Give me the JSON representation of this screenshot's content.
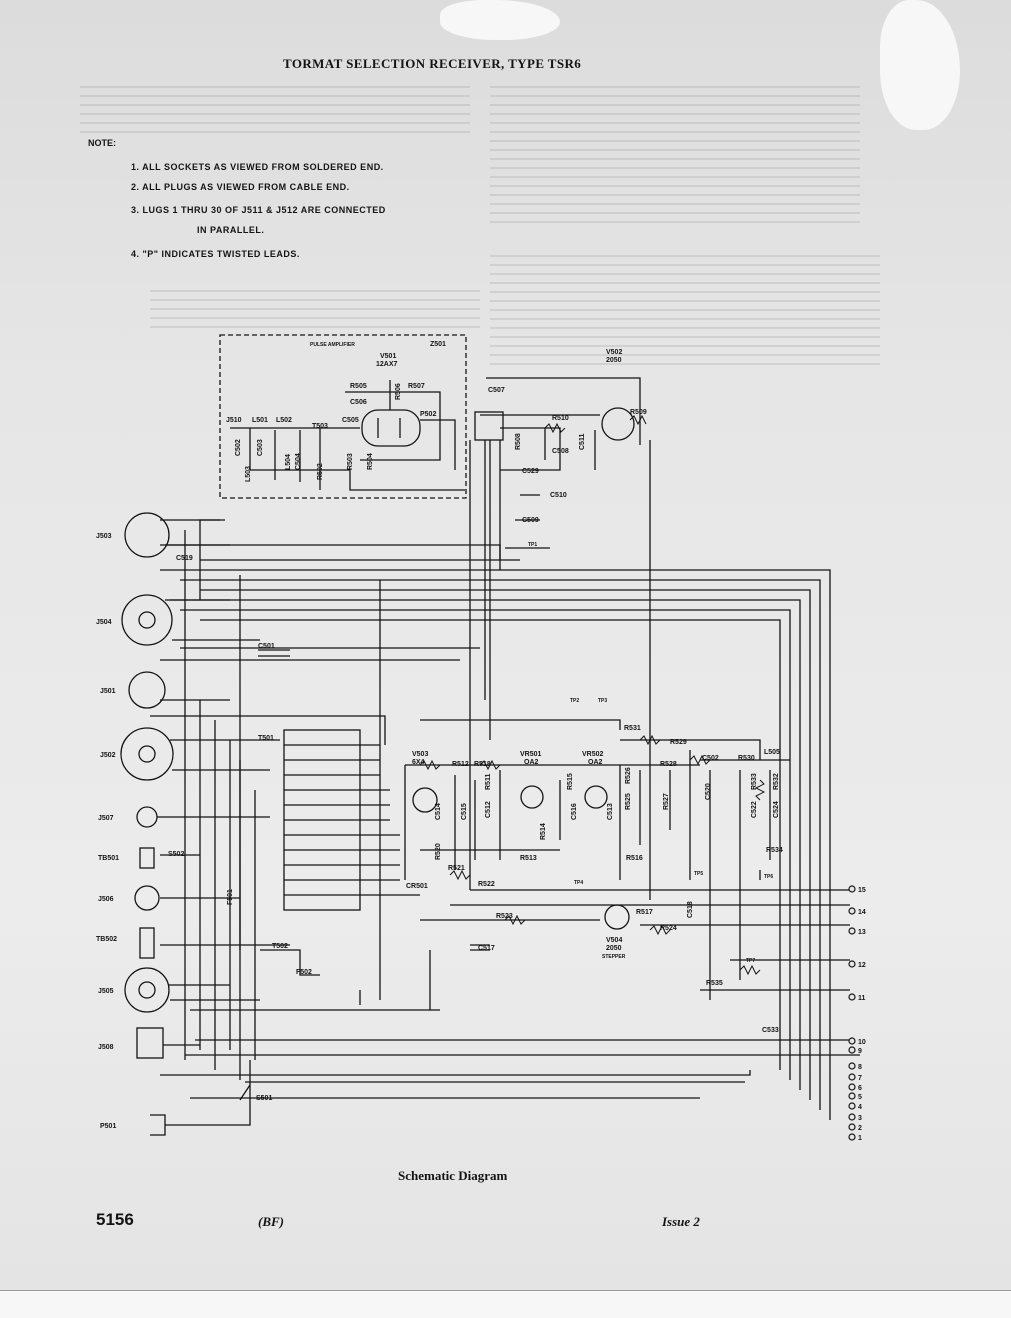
{
  "document": {
    "title": "TORMAT SELECTION RECEIVER, TYPE TSR6",
    "note_heading": "NOTE:",
    "notes": [
      "1. ALL SOCKETS AS VIEWED FROM SOLDERED END.",
      "2. ALL PLUGS AS VIEWED FROM CABLE END.",
      "3. LUGS 1 THRU 30 OF J511 & J512 ARE CONNECTED",
      "IN PARALLEL.",
      "4. \"P\" INDICATES TWISTED LEADS."
    ],
    "caption": "Schematic Diagram",
    "page_number": "5156",
    "code": "(BF)",
    "issue": "Issue 2"
  },
  "schematic": {
    "pulse_amplifier": {
      "label": "PULSE AMPLIFIER",
      "zone": "Z501",
      "tube_ref": "V501",
      "tube_type": "12AX7",
      "parts": [
        "J510",
        "L501",
        "L502",
        "T503",
        "C502",
        "C503",
        "C504",
        "C505",
        "L503",
        "L504",
        "R502",
        "R503",
        "R504",
        "R505",
        "R506",
        "R507",
        "C506",
        "P502"
      ]
    },
    "v502": {
      "ref": "V502",
      "type": "2050"
    },
    "v503": {
      "ref": "V503",
      "type": "6X4"
    },
    "vr501": {
      "ref": "VR501",
      "type": "OA2"
    },
    "vr502": {
      "ref": "VR502",
      "type": "OA2"
    },
    "v504": {
      "ref": "V504",
      "type": "2050",
      "note": "STEPPER"
    },
    "connectors_left": [
      "J503",
      "J504",
      "J501",
      "J502",
      "J507",
      "TB501",
      "J506",
      "TB502",
      "J505",
      "J508",
      "P501"
    ],
    "components": [
      "C507",
      "R509",
      "R510",
      "R508",
      "C508",
      "C511",
      "C509",
      "C510",
      "C529",
      "C519",
      "C501",
      "T501",
      "R531",
      "R529",
      "C502",
      "R530",
      "L505",
      "R532",
      "R533",
      "C522",
      "C524",
      "R534",
      "R512",
      "R511",
      "R518",
      "C512",
      "C513",
      "C514",
      "C515",
      "C516",
      "R513",
      "R514",
      "R515",
      "R516",
      "R525",
      "R526",
      "R527",
      "R528",
      "C520",
      "R520",
      "R521",
      "R522",
      "CR501",
      "R523",
      "R524",
      "R517",
      "C518",
      "C517",
      "R535",
      "F501",
      "F502",
      "T502",
      "S502",
      "S501",
      "C533"
    ],
    "tie_points": [
      "TP1",
      "TP2",
      "TP3",
      "TP4",
      "TP5",
      "TP6",
      "TP7"
    ],
    "output_terminals": [
      "15",
      "14",
      "13",
      "12",
      "11",
      "10",
      "9",
      "8",
      "7",
      "6",
      "5",
      "4",
      "3",
      "2",
      "1"
    ]
  },
  "colors": {
    "ink": "#141414",
    "paper": "#e6e6e6"
  }
}
